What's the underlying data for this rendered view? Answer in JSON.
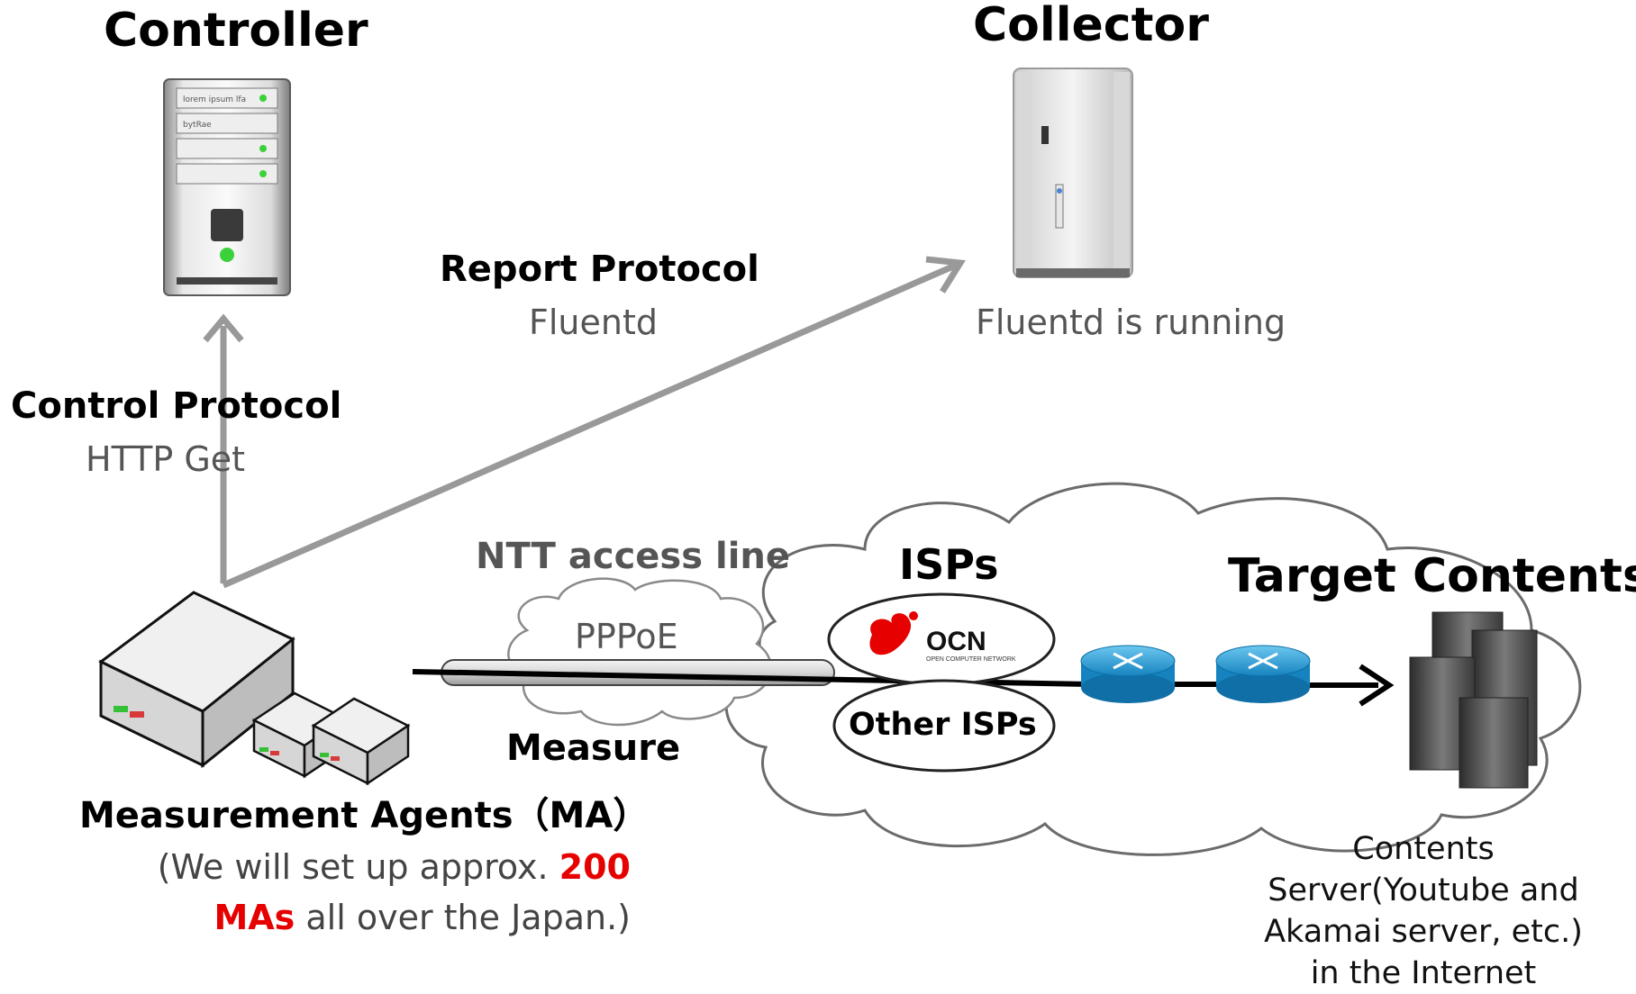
{
  "controller": {
    "title": "Controller",
    "panel_label_1": "lorem ipsum lfa",
    "panel_label_2": "bytRae"
  },
  "collector": {
    "title": "Collector",
    "subtitle": "Fluentd is running"
  },
  "report_protocol": {
    "title": "Report Protocol",
    "value": "Fluentd"
  },
  "control_protocol": {
    "title": "Control Protocol",
    "value": "HTTP Get"
  },
  "access_line": {
    "title": "NTT access line",
    "tunnel": "PPPoE",
    "measure": "Measure"
  },
  "isps": {
    "title": "ISPs",
    "ocn_logo": "OCN",
    "ocn_tagline": "OPEN COMPUTER NETWORK",
    "other": "Other ISPs"
  },
  "target": {
    "title": "Target Contents",
    "server_lines": [
      "Contents",
      "Server(Youtube and",
      "Akamai server, etc.)",
      "in the Internet"
    ]
  },
  "agents": {
    "title": "Measurement Agents（MA）",
    "note_pre": "(We will set up approx. ",
    "note_count": "200",
    "note_ma": "MAs",
    "note_post": " all over the Japan.)"
  },
  "colors": {
    "arrow": "#999999",
    "highlight": "#e60000",
    "router": "#2b9fd6",
    "cloud_stroke": "#6b6b6b"
  },
  "icons": [
    "controller-server-icon",
    "collector-server-icon",
    "measurement-agent-icon",
    "router-icon",
    "contents-server-icon",
    "ocn-logo"
  ]
}
